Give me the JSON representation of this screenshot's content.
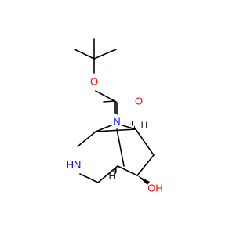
{
  "molecule": {
    "colors": {
      "carbon": "#000000",
      "nitrogen": "#0000ff",
      "oxygen": "#ff0000"
    },
    "labels": {
      "carbonyl_oxygen": "O",
      "ester_oxygen": "O",
      "bridge_nitrogen": "N",
      "ring_nitrogen": "HN",
      "hydroxyl": "OH",
      "stereo_h_upper": "H",
      "stereo_h_lower": "H"
    }
  }
}
